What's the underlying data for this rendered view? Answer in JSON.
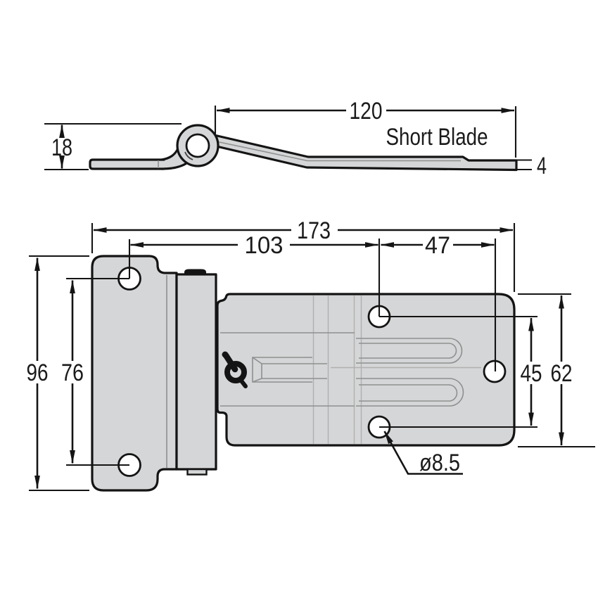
{
  "drawing": {
    "name": "container-door-hinge-drawing",
    "views": {
      "side_view": "side profile",
      "plan_view": "top plan"
    },
    "dims": {
      "blade_length": "120",
      "blade_label": "Short Blade",
      "leaf_height": "18",
      "thickness": "4",
      "overall_length": "173",
      "plate_hole_to_blade_hole": "103",
      "blade_hole_offset": "47",
      "plate_height": "96",
      "plate_hole_spacing": "76",
      "blade_hole_spacing": "45",
      "blade_width": "62",
      "hole_diameter": "ø8.5"
    },
    "colors": {
      "metal_fill": "#d5d6d7",
      "outline": "#141414",
      "detail_line": "#8f8f8f",
      "background": "#ffffff"
    }
  }
}
